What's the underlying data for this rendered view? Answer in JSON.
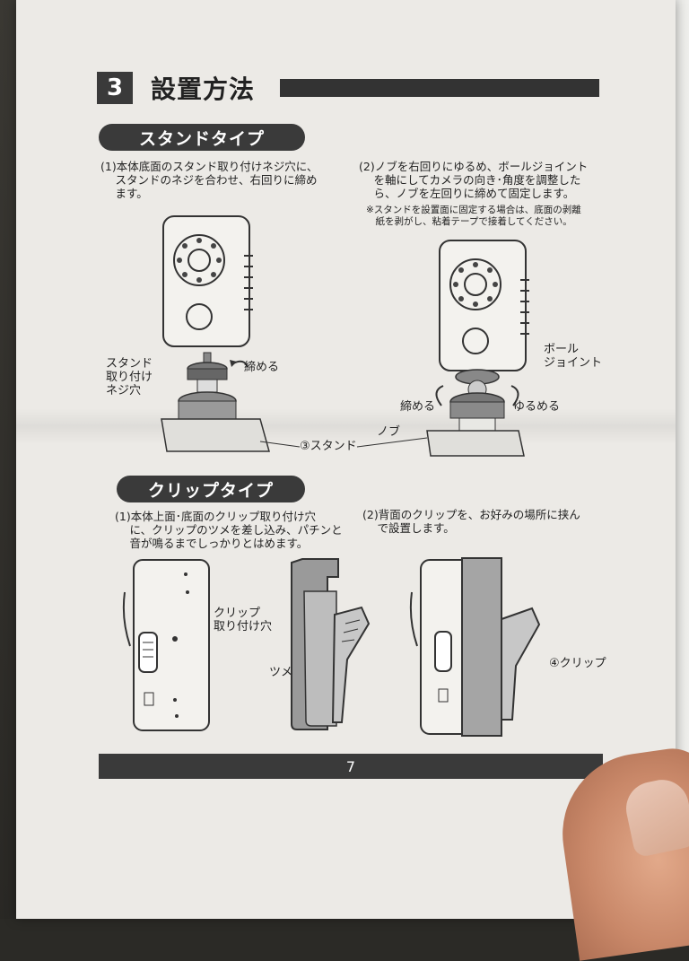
{
  "section": {
    "number": "3",
    "title": "設置方法"
  },
  "stand": {
    "heading": "スタンドタイプ",
    "step1": "(1)本体底面のスタンド取り付けネジ穴に、\n　 スタンドのネジを合わせ、右回りに締め\n　 ます。",
    "step2": "(2)ノブを右回りにゆるめ、ボールジョイント\n　 を軸にしてカメラの向き･角度を調整した\n　 ら、ノブを左回りに締めて固定します。",
    "note": "※スタンドを設置面に固定する場合は、底面の剥離\n　紙を剥がし、粘着テープで接着してください。",
    "labels": {
      "screw_hole": "スタンド\n取り付け\nネジ穴",
      "tighten1": "締める",
      "ball_joint": "ボール\nジョイント",
      "tighten2": "締める",
      "loosen": "ゆるめる",
      "knob": "ノブ",
      "stand": "③スタンド"
    }
  },
  "clip": {
    "heading": "クリップタイプ",
    "step1": "(1)本体上面･底面のクリップ取り付け穴\n　 に、クリップのツメを差し込み、パチンと\n　 音が鳴るまでしっかりとはめます。",
    "step2": "(2)背面のクリップを、お好みの場所に挟ん\n　 で設置します。",
    "labels": {
      "clip_hole": "クリップ\n取り付け穴",
      "tab": "ツメ",
      "clip": "④クリップ"
    }
  },
  "page_number": "7"
}
